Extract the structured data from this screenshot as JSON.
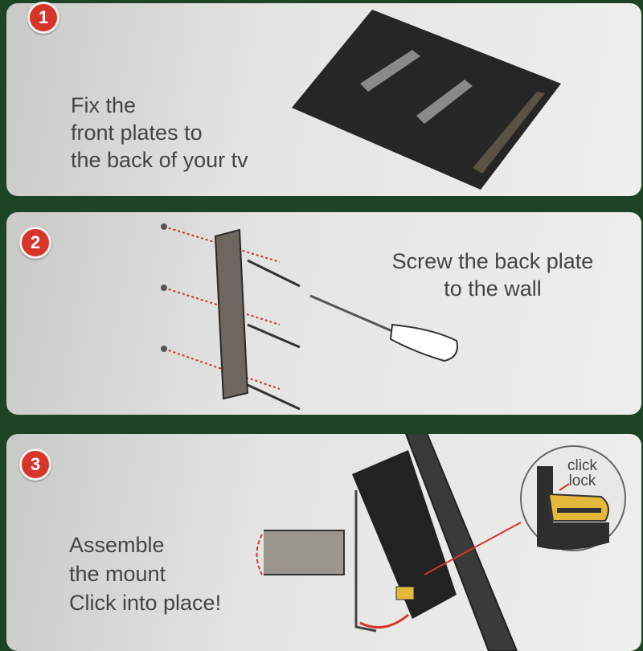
{
  "steps": [
    {
      "number": "1",
      "lines": [
        "Fix the",
        "front plates to",
        "the back of your tv"
      ]
    },
    {
      "number": "2",
      "lines": [
        "Screw the back plate",
        "to the wall"
      ]
    },
    {
      "number": "3",
      "lines": [
        "Assemble",
        "the mount",
        "Click into place!"
      ],
      "callout": [
        "click",
        "lock"
      ]
    }
  ],
  "colors": {
    "background": "#1e4426",
    "badge": "#d8352a",
    "accent": "#e4b83a"
  }
}
